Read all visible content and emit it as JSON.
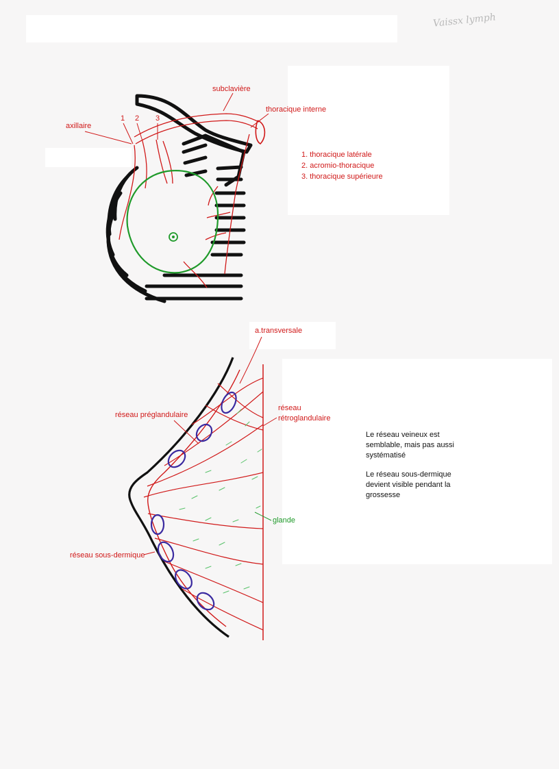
{
  "header_handwriting": "Vaissx lymph",
  "top_diagram": {
    "labels": {
      "subclaviere": "subclavière",
      "thoracique_interne": "thoracique interne",
      "axillaire": "axillaire",
      "num1": "1",
      "num2": "2",
      "num3": "3"
    },
    "legend": [
      "1. thoracique latérale",
      "2. acromio-thoracique",
      "3. thoracique supérieure"
    ]
  },
  "bottom_diagram": {
    "labels": {
      "transversale": "a.transversale",
      "preglandulaire": "réseau préglandulaire",
      "retro_line1": "réseau",
      "retro_line2": "rétroglandulaire",
      "glande": "glande",
      "sous_dermique": "réseau sous-dermique"
    }
  },
  "notes": {
    "note1": "Le réseau veineux est semblable, mais pas aussi systématisé",
    "note2": "Le réseau sous-dermique devient visible pendant la grossesse"
  },
  "colors": {
    "artery": "#d01818",
    "gland": "#1f9a2a",
    "vein": "#3a2aa0",
    "outline": "#111111"
  }
}
